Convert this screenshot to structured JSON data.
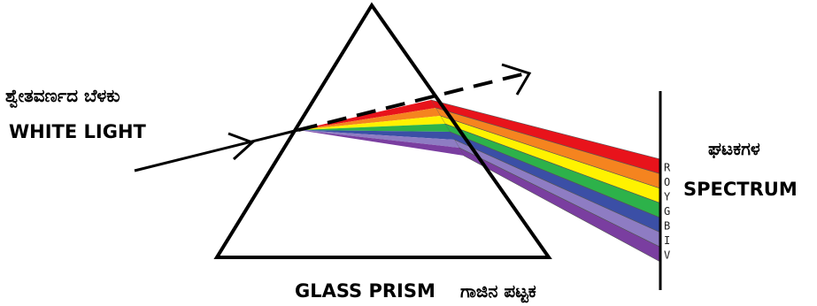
{
  "labels": {
    "white_light_kn": "ಶ್ವೇತವರ್ಣದ ಬೆಳಕು",
    "white_light_en": "WHITE LIGHT",
    "spectrum_kn": "ಘಟಕಗಳ",
    "spectrum_en": "SPECTRUM",
    "prism_en": "GLASS PRISM",
    "prism_kn": "ಗಾಜಿನ ಪಟ್ಟಕ"
  },
  "spectrum_bands": [
    {
      "letter": "R",
      "color": "#e8131b"
    },
    {
      "letter": "O",
      "color": "#f5841f"
    },
    {
      "letter": "Y",
      "color": "#fff200"
    },
    {
      "letter": "G",
      "color": "#2db24a"
    },
    {
      "letter": "B",
      "color": "#3b4fa6"
    },
    {
      "letter": "I",
      "color": "#8e7cc3"
    },
    {
      "letter": "V",
      "color": "#7a3ea0"
    }
  ],
  "icons": {
    "incident_arrow": "arrow-right-icon",
    "dashed_arrow": "dashed-arrow-icon"
  }
}
